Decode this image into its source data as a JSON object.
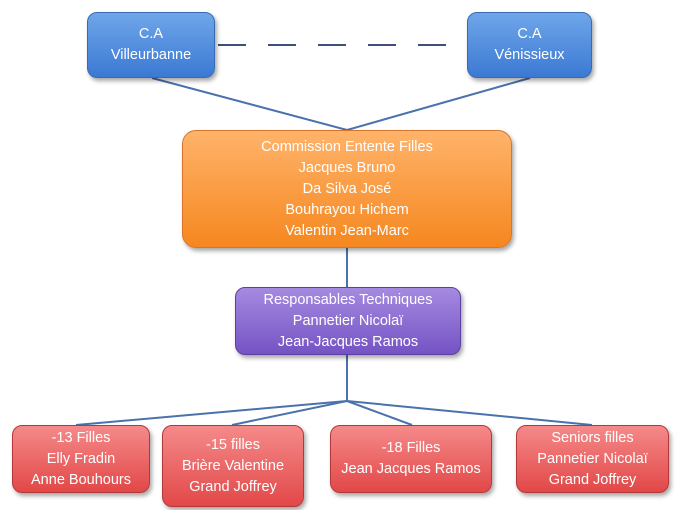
{
  "nodes": {
    "ca_villeurbanne": [
      "C.A",
      "Villeurbanne"
    ],
    "ca_venissieux": [
      "C.A",
      "Vénissieux"
    ],
    "commission": [
      "Commission Entente Filles",
      "Jacques Bruno",
      "Da Silva José",
      "Bouhrayou Hichem",
      "Valentin Jean-Marc"
    ],
    "responsables": [
      "Responsables Techniques",
      "Pannetier Nicolaï",
      "Jean-Jacques Ramos"
    ],
    "u13": [
      "-13 Filles",
      "Elly Fradin",
      "Anne Bouhours"
    ],
    "u15": [
      "-15 filles",
      "Brière Valentine",
      "Grand Joffrey"
    ],
    "u18": [
      "-18 Filles",
      "Jean Jacques Ramos"
    ],
    "seniors": [
      "Seniors filles",
      "Pannetier Nicolaï",
      "Grand Joffrey"
    ]
  },
  "colors": {
    "blue": "#4a86dc",
    "orange": "#f7922f",
    "purple": "#8666cf",
    "red": "#e85a5a",
    "connector": "#4a72ac"
  }
}
